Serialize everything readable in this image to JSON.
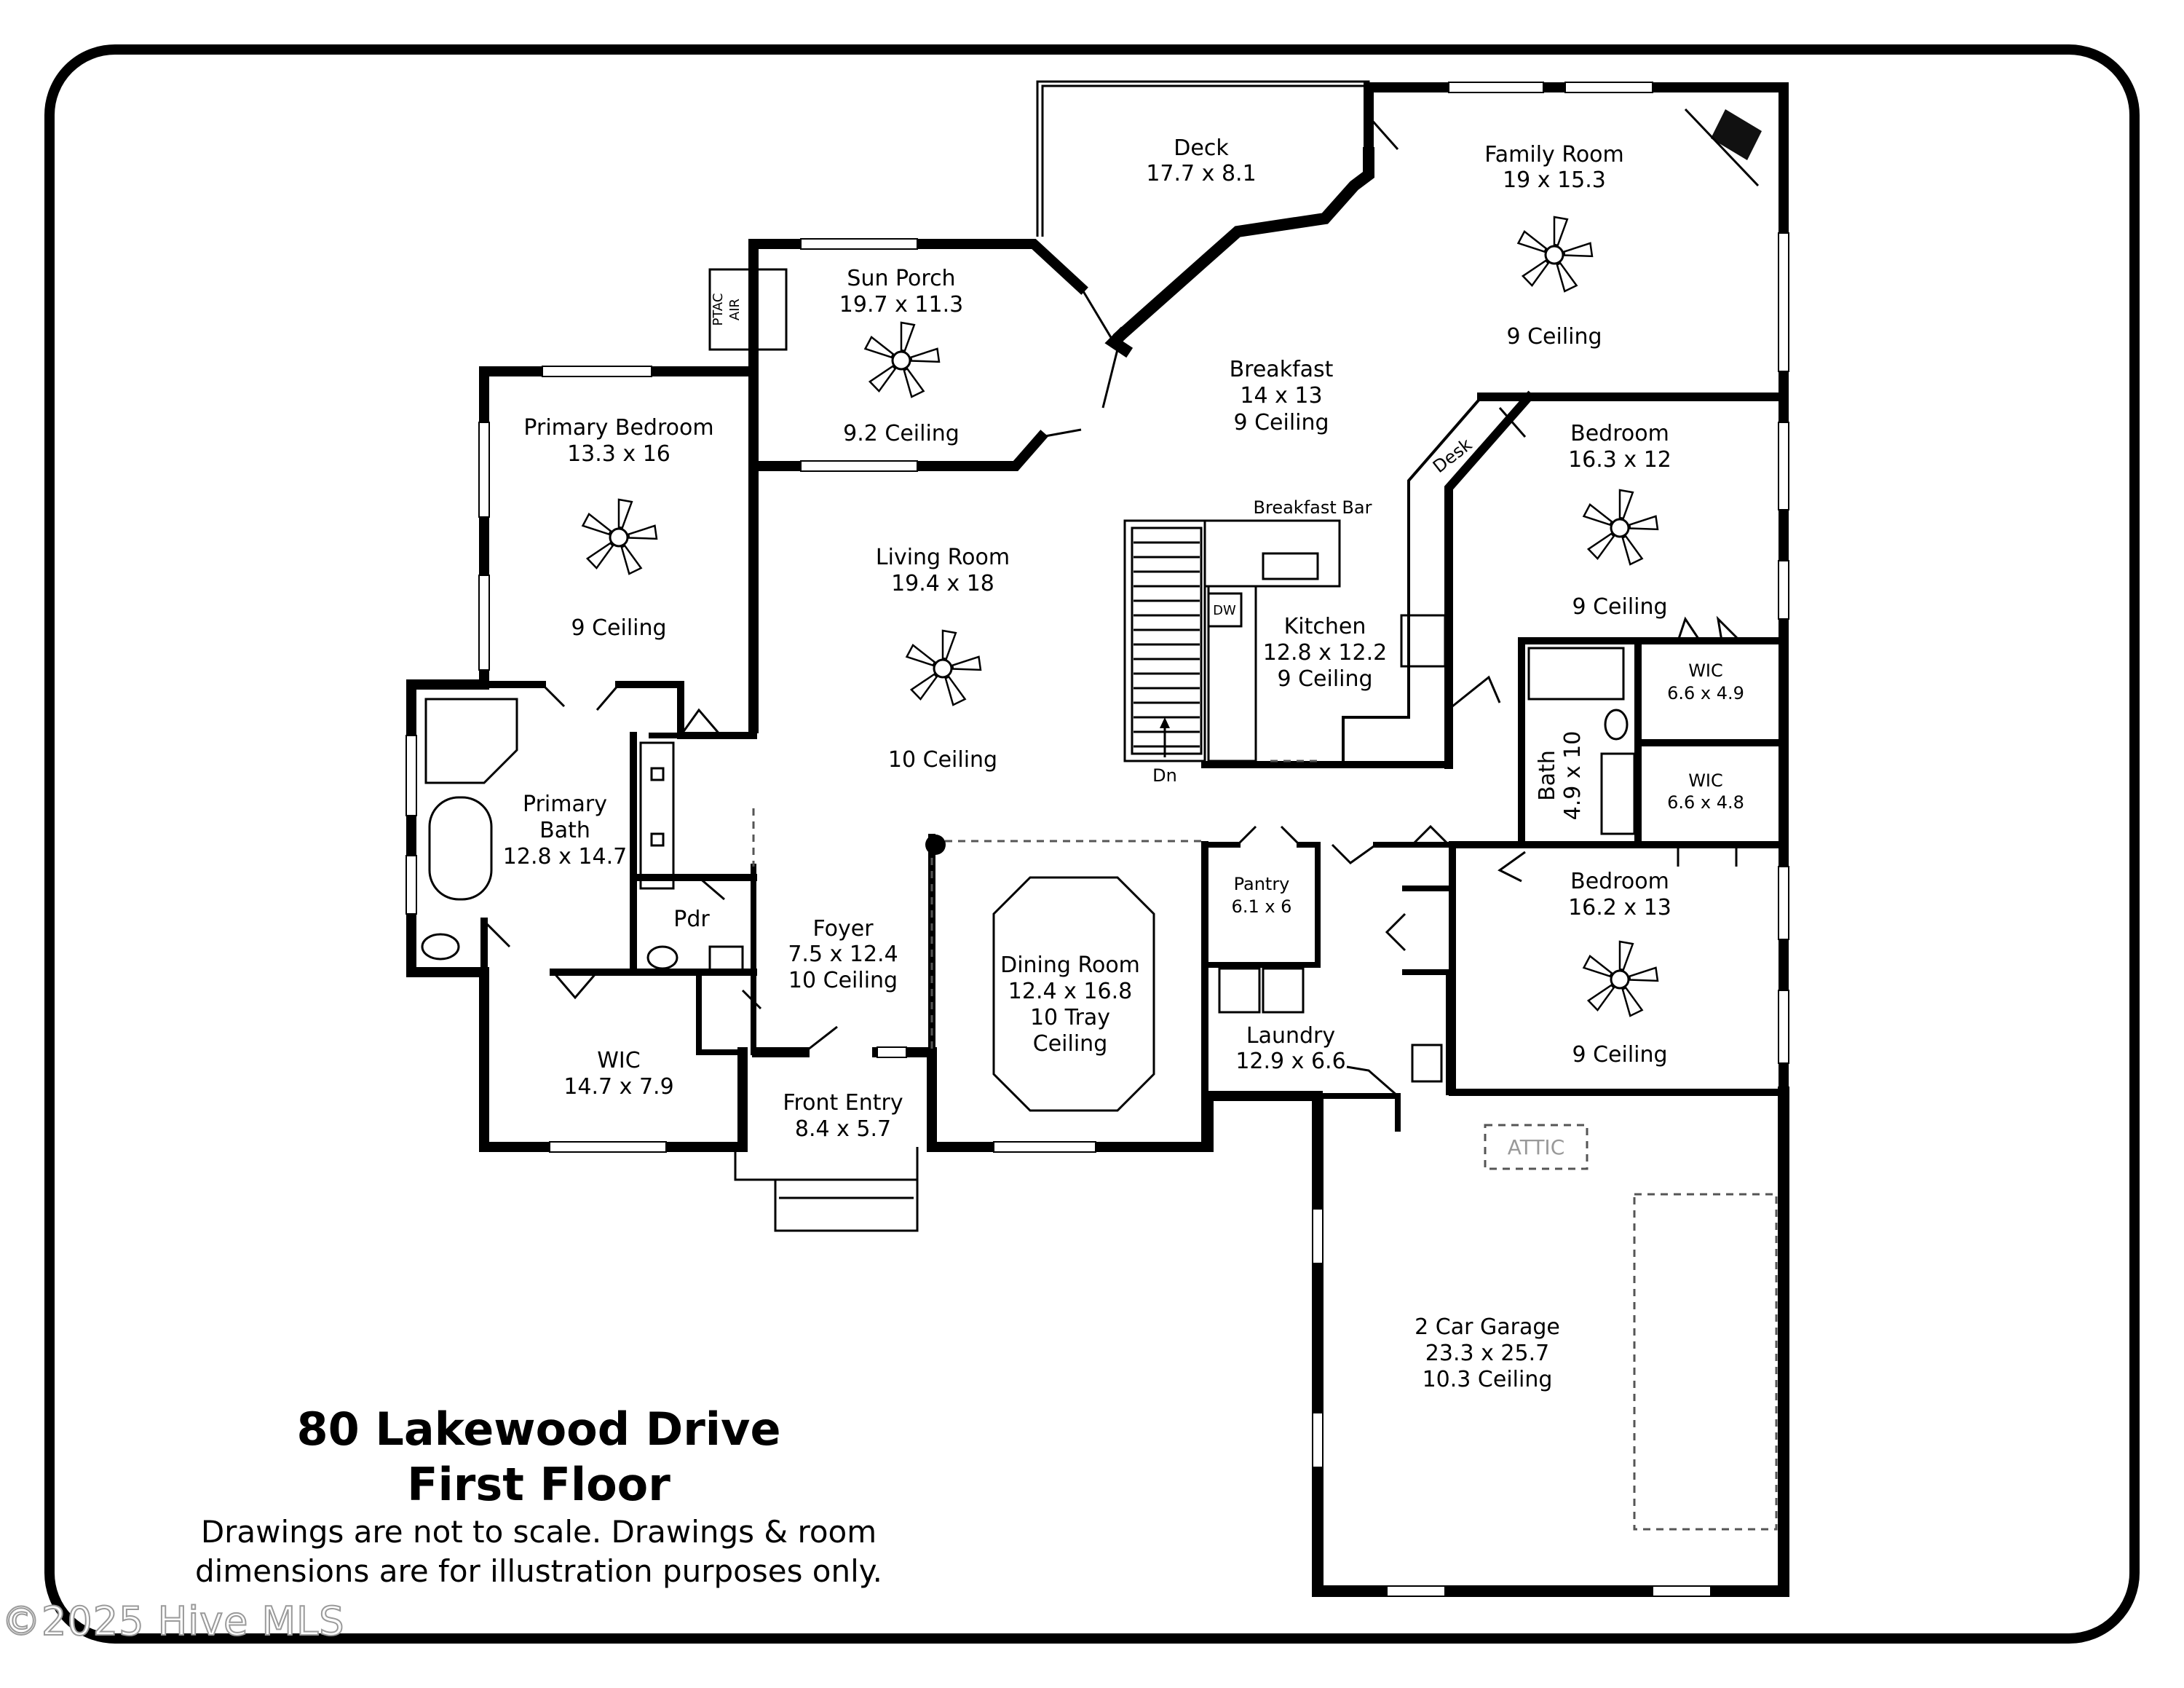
{
  "plan": {
    "address": "80 Lakewood Drive",
    "floor": "First Floor",
    "disclaimer_line1": "Drawings are not to scale. Drawings & room",
    "disclaimer_line2": "dimensions are for illustration purposes only.",
    "watermark": "©2025 Hive MLS"
  },
  "rooms": {
    "deck": {
      "name": "Deck",
      "dims": "17.7 x 8.1"
    },
    "family_room": {
      "name": "Family Room",
      "dims": "19 x 15.3",
      "ceiling": "9 Ceiling"
    },
    "sun_porch": {
      "name": "Sun Porch",
      "dims": "19.7 x 11.3",
      "ceiling": "9.2 Ceiling"
    },
    "breakfast": {
      "name": "Breakfast",
      "dims": "14 x 13",
      "ceiling": "9 Ceiling"
    },
    "primary_bedroom": {
      "name": "Primary Bedroom",
      "dims": "13.3 x 16",
      "ceiling": "9 Ceiling"
    },
    "living_room": {
      "name": "Living Room",
      "dims": "19.4 x 18",
      "ceiling": "10 Ceiling"
    },
    "kitchen": {
      "name": "Kitchen",
      "dims": "12.8 x 12.2",
      "ceiling": "9 Ceiling"
    },
    "bedroom_2": {
      "name": "Bedroom",
      "dims": "16.3 x 12",
      "ceiling": "9 Ceiling"
    },
    "wic_a": {
      "name": "WIC",
      "dims": "6.6 x 4.9"
    },
    "wic_b": {
      "name": "WIC",
      "dims": "6.6 x 4.8"
    },
    "bath": {
      "name": "Bath",
      "dims": "4.9 x 10"
    },
    "primary_bath": {
      "name_line1": "Primary",
      "name_line2": "Bath",
      "dims": "12.8 x 14.7"
    },
    "pdr": {
      "name": "Pdr"
    },
    "foyer": {
      "name": "Foyer",
      "dims": "7.5 x 12.4",
      "ceiling": "10 Ceiling"
    },
    "dining_room": {
      "name": "Dining Room",
      "dims": "12.4 x 16.8",
      "ceiling_line1": "10 Tray",
      "ceiling_line2": "Ceiling"
    },
    "pantry": {
      "name": "Pantry",
      "dims": "6.1 x 6"
    },
    "bedroom_3": {
      "name": "Bedroom",
      "dims": "16.2 x 13",
      "ceiling": "9 Ceiling"
    },
    "laundry": {
      "name": "Laundry",
      "dims": "12.9 x 6.6"
    },
    "wic_primary": {
      "name": "WIC",
      "dims": "14.7 x 7.9"
    },
    "front_entry": {
      "name": "Front Entry",
      "dims": "8.4 x 5.7"
    },
    "garage": {
      "name": "2 Car Garage",
      "dims": "23.3 x 25.7",
      "ceiling": "10.3 Ceiling"
    }
  },
  "fixtures": {
    "breakfast_bar": "Breakfast Bar",
    "desk": "Desk",
    "dishwasher": "DW",
    "stairs_down": "Dn",
    "ptac_line1": "PTAC",
    "ptac_line2": "AIR",
    "attic": "ATTIC"
  }
}
